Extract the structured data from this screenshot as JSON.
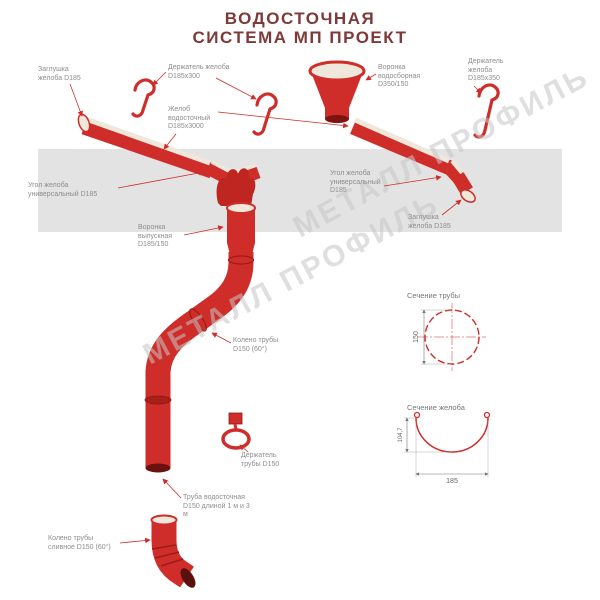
{
  "page": {
    "title_line1": "ВОДОСТОЧНАЯ",
    "title_line2": "СИСТЕМА МП ПРОЕКТ"
  },
  "watermark": {
    "text": "МЕТАЛЛ ПРОФИЛЬ"
  },
  "labels": {
    "end_cap_left": "Заглушка желоба D185",
    "gutter_holder_300": "Держатель желоба D185х300",
    "collector_funnel": "Воронка водосборная D350/150",
    "gutter_holder_350": "Держатель желоба D185х350",
    "gutter": "Желоб водосточный D185х3000",
    "corner_left": "Угол желоба универсальный D185",
    "corner_right": "Угол желоба универсальный D185",
    "end_cap_right": "Заглушка желоба D185",
    "outlet_funnel": "Воронка выпускная D185/150",
    "pipe_elbow": "Колено трубы D150 (60°)",
    "pipe_holder": "Держатель трубы D150",
    "downpipe": "Труба водосточная D150 длиной 1 м и 3 м",
    "drain_elbow": "Колено трубы сливное D150 (60°)"
  },
  "sections": {
    "pipe": {
      "title": "Сечение трубы",
      "diameter": "150"
    },
    "gutter": {
      "title": "Сечение желоба",
      "width": "185",
      "height": "104,7"
    }
  },
  "colors": {
    "component_red": "#cf2d2a",
    "title_maroon": "#7d3a38",
    "label_gray": "#8d8d8d",
    "watermark_gray": "#c6c6c6",
    "roof_band_gray": "#e3e3e3",
    "cream": "#efe8da"
  }
}
